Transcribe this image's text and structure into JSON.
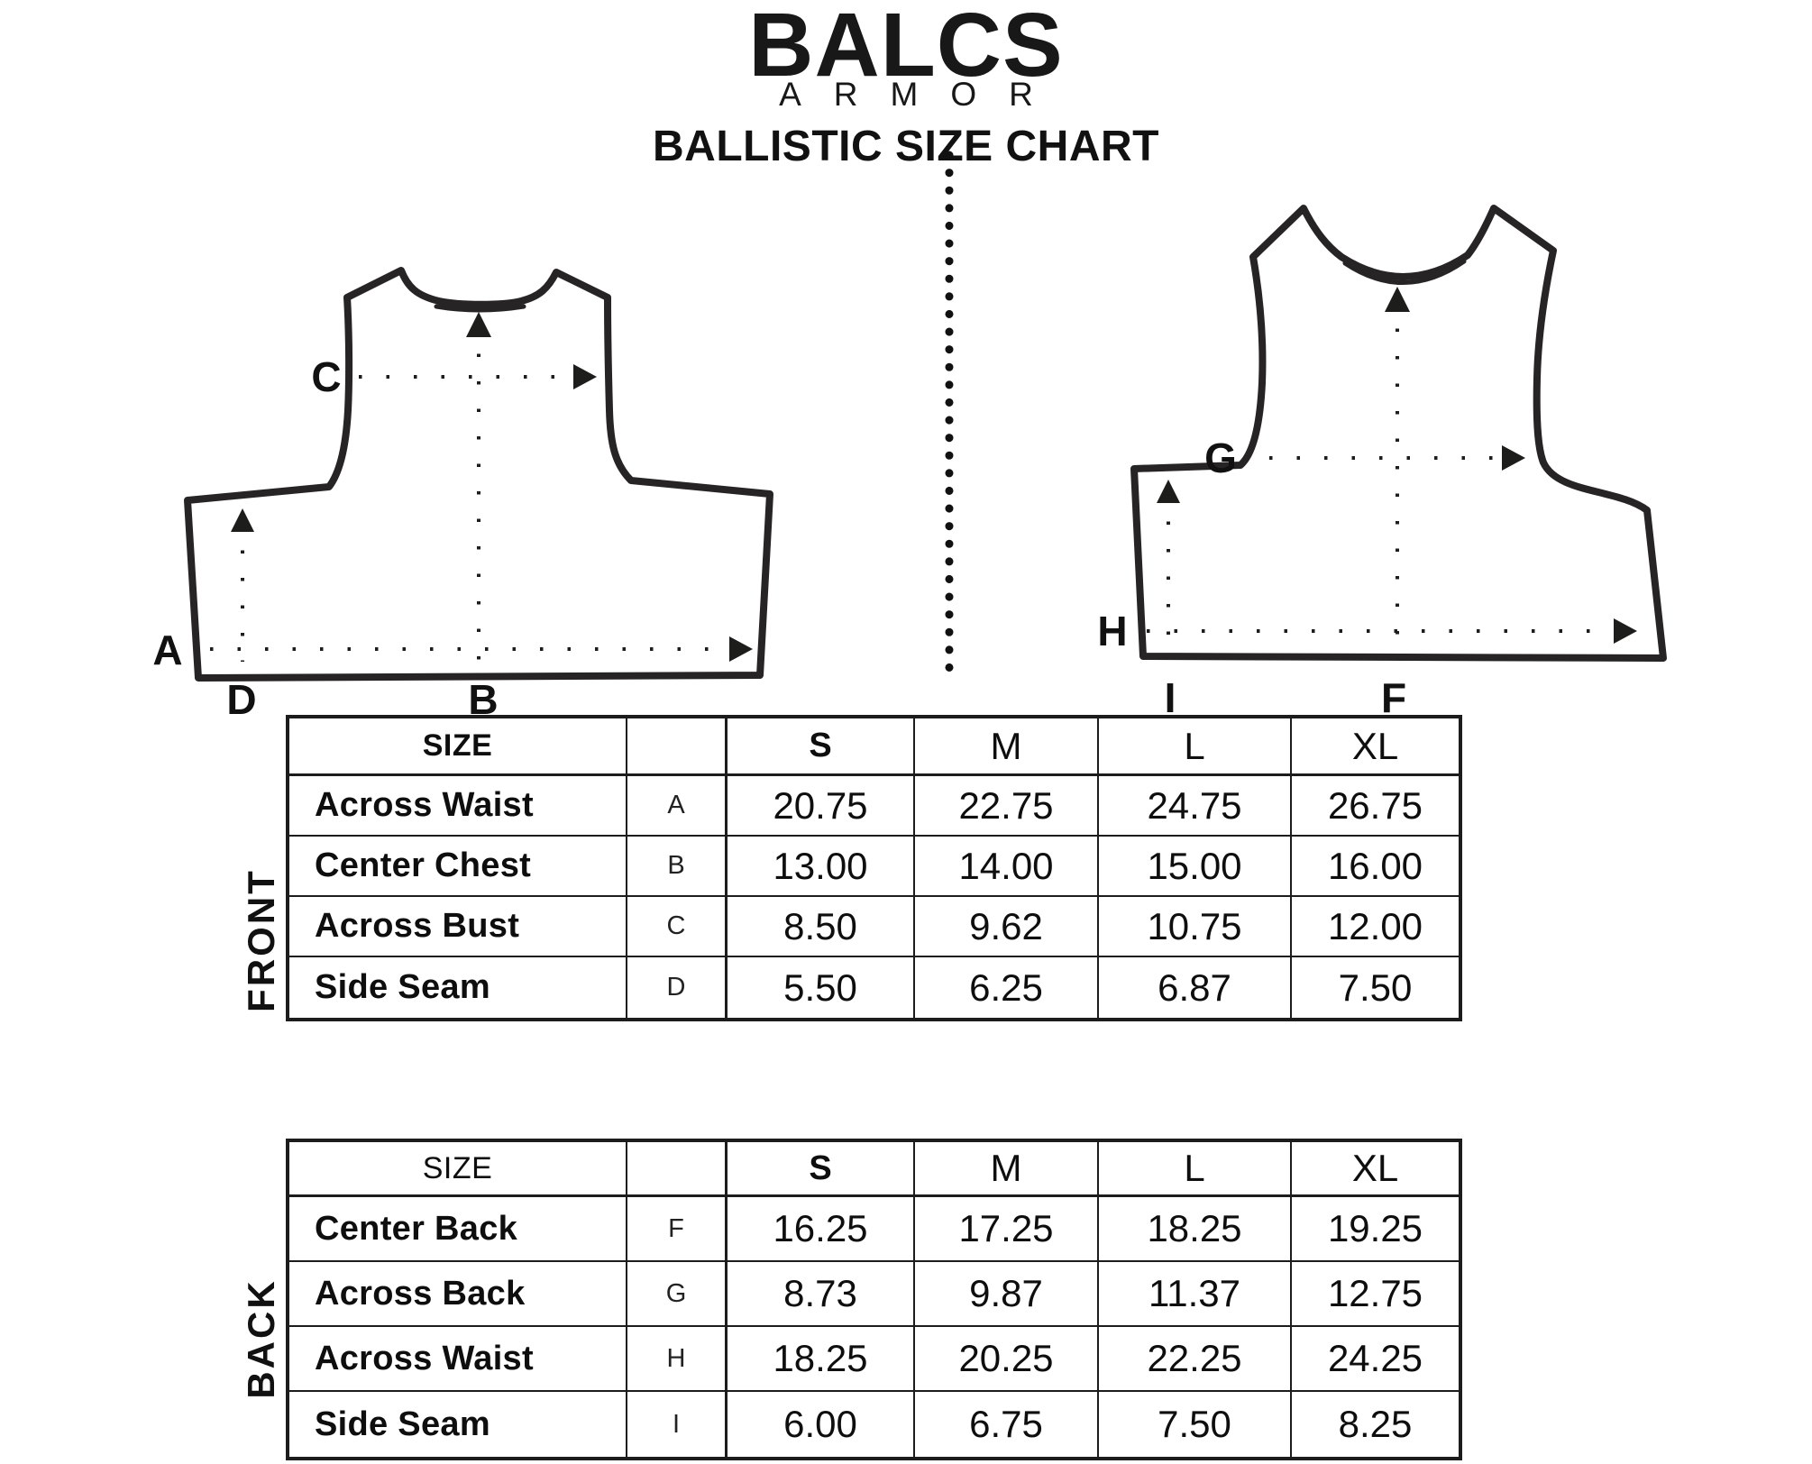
{
  "brand": {
    "name": "BALCS",
    "sub": "ARMOR"
  },
  "title": "BALLISTIC SIZE CHART",
  "colors": {
    "ink": "#1d1d1b",
    "background": "#ffffff"
  },
  "diagram": {
    "front": {
      "a": "A",
      "b": "B",
      "c": "C",
      "d": "D"
    },
    "back": {
      "f": "F",
      "g": "G",
      "h": "H",
      "i": "I"
    }
  },
  "front_table": {
    "section": "FRONT",
    "headers": {
      "size": "SIZE",
      "letter": "",
      "s": "S",
      "m": "M",
      "l": "L",
      "xl": "XL"
    },
    "rows": [
      {
        "label": "Across Waist",
        "key": "A",
        "s": "20.75",
        "m": "22.75",
        "l": "24.75",
        "xl": "26.75"
      },
      {
        "label": "Center Chest",
        "key": "B",
        "s": "13.00",
        "m": "14.00",
        "l": "15.00",
        "xl": "16.00"
      },
      {
        "label": "Across Bust",
        "key": "C",
        "s": "8.50",
        "m": "9.62",
        "l": "10.75",
        "xl": "12.00"
      },
      {
        "label": "Side Seam",
        "key": "D",
        "s": "5.50",
        "m": "6.25",
        "l": "6.87",
        "xl": "7.50"
      }
    ]
  },
  "back_table": {
    "section": "BACK",
    "headers": {
      "size": "SIZE",
      "letter": "",
      "s": "S",
      "m": "M",
      "l": "L",
      "xl": "XL"
    },
    "rows": [
      {
        "label": "Center Back",
        "key": "F",
        "s": "16.25",
        "m": "17.25",
        "l": "18.25",
        "xl": "19.25"
      },
      {
        "label": "Across Back",
        "key": "G",
        "s": "8.73",
        "m": "9.87",
        "l": "11.37",
        "xl": "12.75"
      },
      {
        "label": "Across Waist",
        "key": "H",
        "s": "18.25",
        "m": "20.25",
        "l": "22.25",
        "xl": "24.25"
      },
      {
        "label": "Side Seam",
        "key": "I",
        "s": "6.00",
        "m": "6.75",
        "l": "7.50",
        "xl": "8.25"
      }
    ]
  },
  "chart_data": {
    "type": "table",
    "title": "BALLISTIC SIZE CHART",
    "sizes": [
      "S",
      "M",
      "L",
      "XL"
    ],
    "front": [
      {
        "measurement": "Across Waist",
        "key": "A",
        "values": [
          20.75,
          22.75,
          24.75,
          26.75
        ]
      },
      {
        "measurement": "Center Chest",
        "key": "B",
        "values": [
          13.0,
          14.0,
          15.0,
          16.0
        ]
      },
      {
        "measurement": "Across Bust",
        "key": "C",
        "values": [
          8.5,
          9.62,
          10.75,
          12.0
        ]
      },
      {
        "measurement": "Side Seam",
        "key": "D",
        "values": [
          5.5,
          6.25,
          6.87,
          7.5
        ]
      }
    ],
    "back": [
      {
        "measurement": "Center Back",
        "key": "F",
        "values": [
          16.25,
          17.25,
          18.25,
          19.25
        ]
      },
      {
        "measurement": "Across Back",
        "key": "G",
        "values": [
          8.73,
          9.87,
          11.37,
          12.75
        ]
      },
      {
        "measurement": "Across Waist",
        "key": "H",
        "values": [
          18.25,
          20.25,
          22.25,
          24.25
        ]
      },
      {
        "measurement": "Side Seam",
        "key": "I",
        "values": [
          6.0,
          6.75,
          7.5,
          8.25
        ]
      }
    ]
  }
}
